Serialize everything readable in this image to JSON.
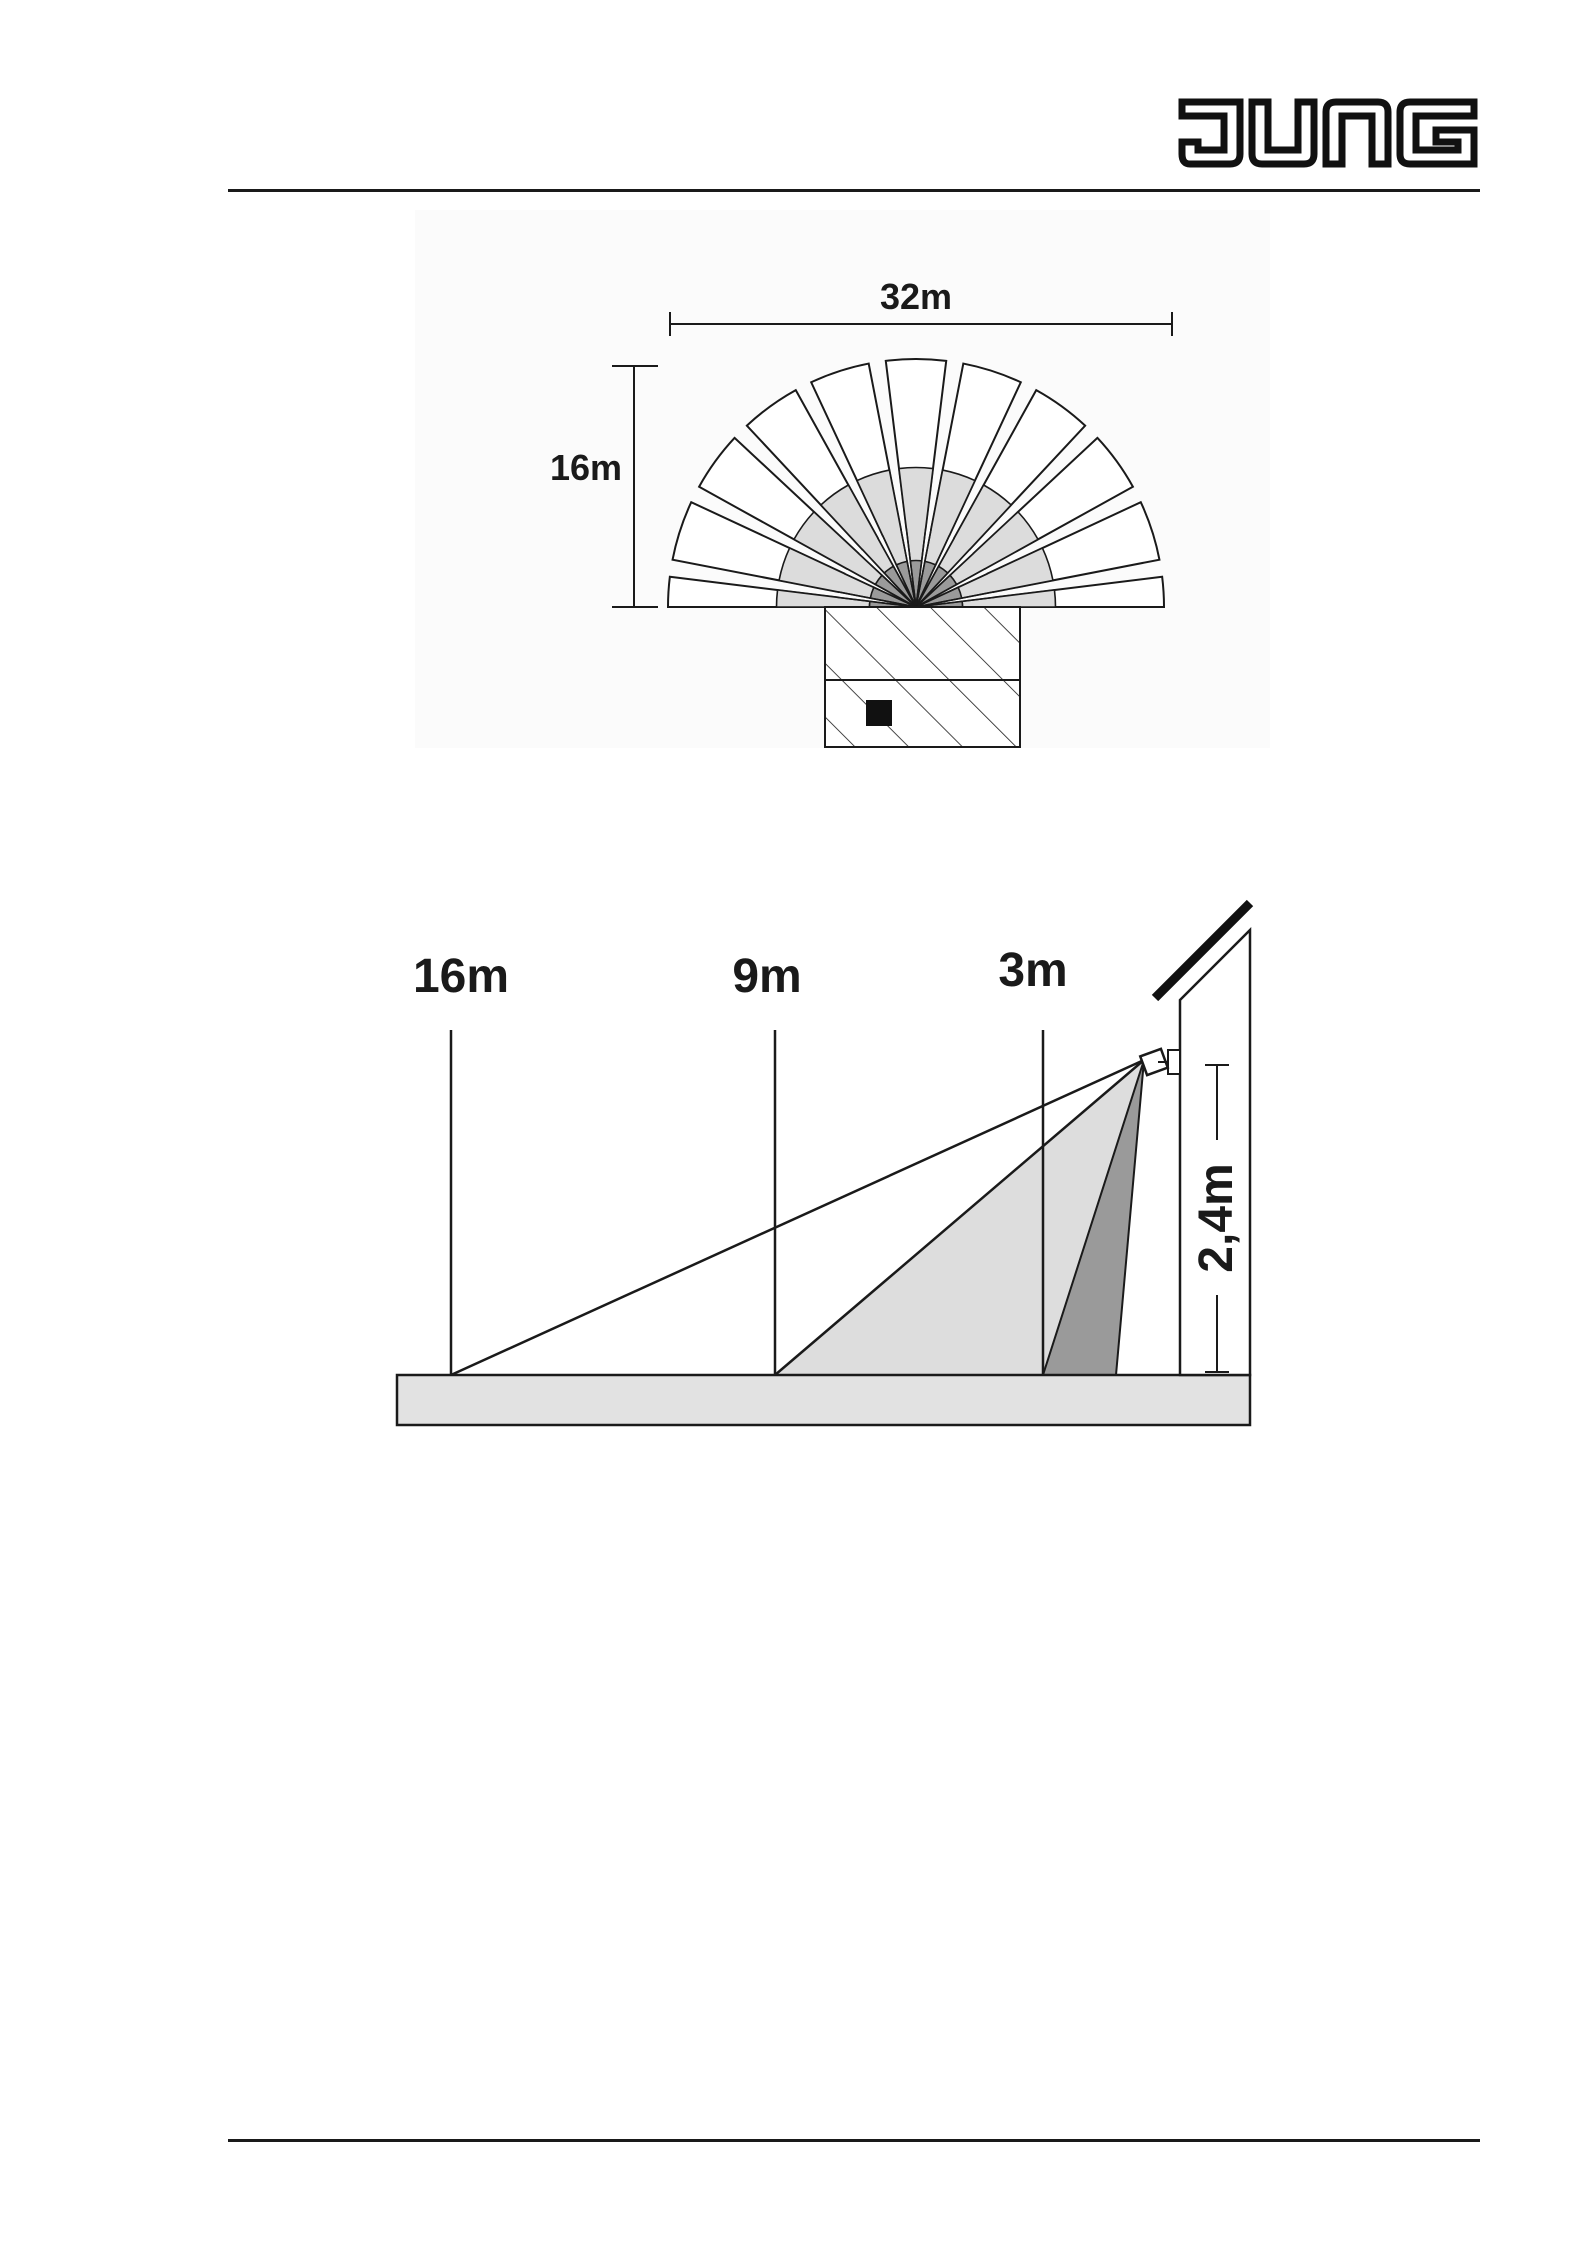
{
  "brand": {
    "name": "JUNG"
  },
  "top_view": {
    "width_label": "32m",
    "depth_label": "16m",
    "zones": {
      "outer": 16,
      "middle": 9,
      "inner": 3
    },
    "colors": {
      "outer": "#ffffff",
      "middle": "#dcdcdc",
      "inner": "#9a9a9a",
      "line": "#1a1a1a"
    }
  },
  "side_view": {
    "distances": [
      "16m",
      "9m",
      "3m"
    ],
    "mount_height_label": "2,4m",
    "colors": {
      "zone_light": "#dddddd",
      "zone_dark": "#9a9a9a",
      "ground": "#e2e2e2",
      "line": "#1a1a1a"
    }
  }
}
